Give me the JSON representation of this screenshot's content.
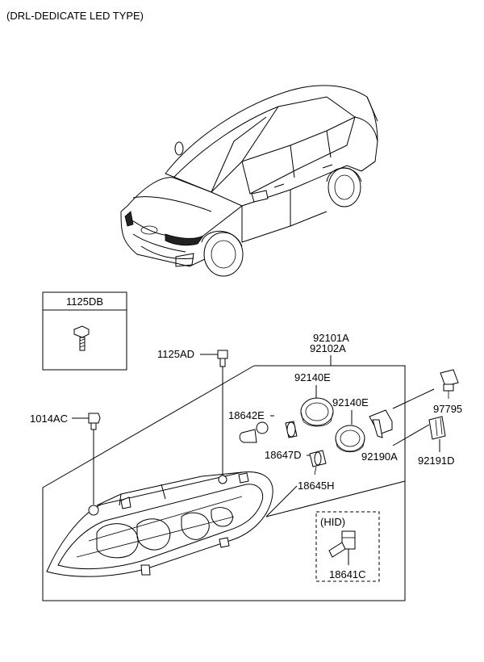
{
  "title": "(DRL-DEDICATE LED TYPE)",
  "box_header_label": "1125DB",
  "hid_label": "(HID)",
  "parts": {
    "p92101A": "92101A",
    "p92102A": "92102A",
    "p1125AD": "1125AD",
    "p92140E_a": "92140E",
    "p92140E_b": "92140E",
    "p97795": "97795",
    "p1014AC": "1014AC",
    "p18642E": "18642E",
    "p92190A": "92190A",
    "p92191D": "92191D",
    "p18647D": "18647D",
    "p18645H": "18645H",
    "p18641C": "18641C"
  }
}
